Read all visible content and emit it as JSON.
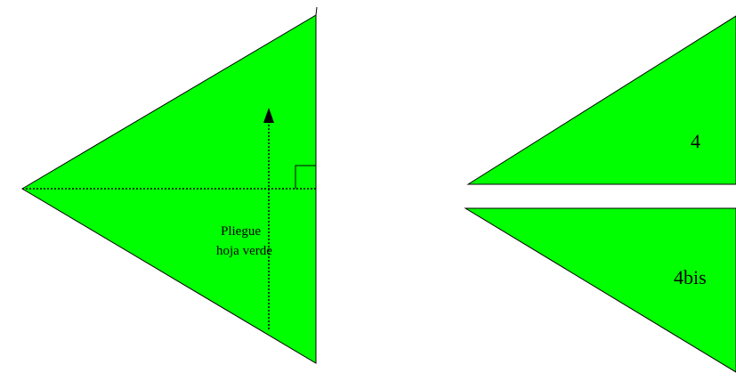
{
  "colors": {
    "fill": "#00ff00",
    "stroke": "#000000",
    "background": "#ffffff"
  },
  "left_figure": {
    "fold_label_line1": "Pliegue",
    "fold_label_line2": "hoja verde"
  },
  "right_figure": {
    "top_piece_label": "4",
    "bottom_piece_label": "4bis"
  }
}
